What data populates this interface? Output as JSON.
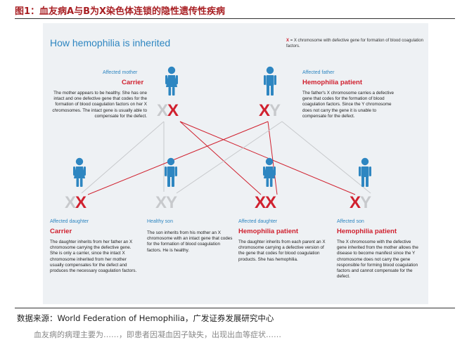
{
  "figure_title": "图1：血友病A与B为X染色体连锁的隐性遗传性疾病",
  "diagram_title": "How hemophilia is inherited",
  "legend": {
    "symbol": "X",
    "text": "= X chromosome with defective gene for formation of blood coagulation factors."
  },
  "parents": [
    {
      "role": "Affected mother",
      "status": "Carrier",
      "description": "The mother appears to be healthy. She has one intact and one defective gene that codes for the formation of blood coagulation factors on her X chromosomes. The intact gene is usually able to compensate for the defect.",
      "chromosomes": [
        {
          "letter": "X",
          "affected": false
        },
        {
          "letter": "X",
          "affected": true
        }
      ]
    },
    {
      "role": "Affected father",
      "status": "Hemophilia patient",
      "description": "The father's X chromosome carries a defective gene that codes for the formation of blood coagulation factors. Since the Y chromosome does not carry the gene it is unable to compensate for the defect.",
      "chromosomes": [
        {
          "letter": "X",
          "affected": true
        },
        {
          "letter": "Y",
          "affected": false
        }
      ]
    }
  ],
  "children": [
    {
      "role": "Affected daughter",
      "status": "Carrier",
      "description": "The daughter inherits from her father an X chromosome carrying the defective gene. She is only a carrier, since the intact X chromosome inherited from her mother usually compensates for the defect and produces the necessary coagulation factors.",
      "chromosomes": [
        {
          "letter": "X",
          "affected": false
        },
        {
          "letter": "X",
          "affected": true
        }
      ]
    },
    {
      "role": "Healthy son",
      "status": "",
      "description": "The son inherits from his mother an X chromosome with an intact gene that codes for the formation of blood coagulation factors. He is healthy.",
      "chromosomes": [
        {
          "letter": "X",
          "affected": false
        },
        {
          "letter": "Y",
          "affected": false
        }
      ]
    },
    {
      "role": "Affected daughter",
      "status": "Hemophilia patient",
      "description": "The daughter inherits from each parent an X chromosome carrying a defective version of the gene that codes for blood coagulation products. She has hemophilia.",
      "chromosomes": [
        {
          "letter": "X",
          "affected": true
        },
        {
          "letter": "X",
          "affected": true
        }
      ]
    },
    {
      "role": "Affected son",
      "status": "Hemophilia patient",
      "description": "The X chromosome with the defective gene inherited from the mother allows the disease to become manifest since the Y chromosome does not carry the gene responsible for forming blood coagulation factors and cannot compensate for the defect.",
      "chromosomes": [
        {
          "letter": "X",
          "affected": true
        },
        {
          "letter": "Y",
          "affected": false
        }
      ]
    }
  ],
  "colors": {
    "affected": "#d0202e",
    "normal": "#c7c9cc",
    "figure_blue": "#2e86c1",
    "panel_bg": "#eef1f4"
  },
  "source": "数据来源：World Federation of Hemophilia，广发证券发展研究中心",
  "cut_off_text": "血友病的病理主要为……，即患者因凝血因子缺失，出现出血等症状……"
}
